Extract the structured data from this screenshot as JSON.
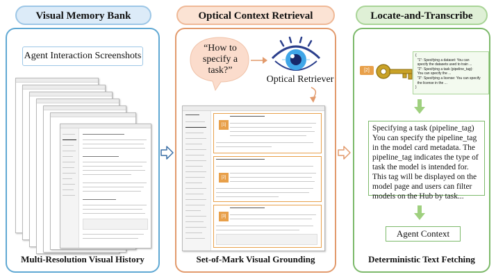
{
  "panels": {
    "left": {
      "title": "Visual Memory Bank",
      "caption": "Multi-Resolution Visual History",
      "box_label": "Agent Interaction Screenshots"
    },
    "middle": {
      "title": "Optical Context Retrieval",
      "caption": "Set-of-Mark Visual Grounding",
      "query": "“How to specify a task?”",
      "retriever_label": "Optical Retriever"
    },
    "right": {
      "title": "Locate-and-Transcribe",
      "caption": "Deterministic Text Fetching",
      "output_label": "Agent Context"
    }
  },
  "marks": [
    "[1]",
    "[2]",
    "[3]"
  ],
  "key_badge": "[2]",
  "json_lines": [
    "{",
    "  \"1\": Specifying a dataset: You can",
    "  specify the datasets used to train ...",
    "  \"2\": Specifying a task (pipeline_tag):",
    "  You can specify the ...",
    "  \"3\": Specifying a license: You can specify",
    "  the license in the ...",
    "}"
  ],
  "transcribed_text": "Specifying a task (pipeline_tag)\nYou can specify the pipeline_tag in the model card metadata. The pipeline_tag indicates the type of task the model is intended for. This tag will be displayed on the model page and users can filter models on the Hub by task...",
  "colors": {
    "left_accent": "#5fa8d3",
    "middle_accent": "#e29a6c",
    "right_accent": "#7cb96a",
    "key_gold": "#c9a227",
    "mark_orange": "#e8a04a"
  },
  "icons": [
    "eye-icon",
    "key-icon",
    "curly-arrow-icon",
    "outline-arrow-icon"
  ]
}
